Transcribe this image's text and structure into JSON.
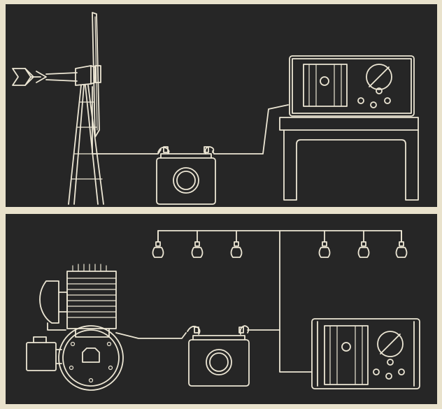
{
  "diagram": {
    "panels": [
      {
        "scene": "wind-power",
        "components": [
          "wind-vane",
          "propeller",
          "tripod-tower",
          "battery",
          "radio-set",
          "table"
        ]
      },
      {
        "scene": "engine-power",
        "components": [
          "engine",
          "flywheel",
          "generator",
          "battery",
          "light-bulbs",
          "radio-set"
        ]
      }
    ],
    "bulb_count": 6,
    "colors": {
      "background": "#262626",
      "line": "#ece6d4",
      "paper": "#e9e2cc"
    },
    "icons": [
      "wind-vane-icon",
      "propeller-icon",
      "tower-icon",
      "battery-icon",
      "radio-icon",
      "table-icon",
      "engine-icon",
      "flywheel-icon",
      "generator-icon",
      "bulb-icon"
    ]
  }
}
